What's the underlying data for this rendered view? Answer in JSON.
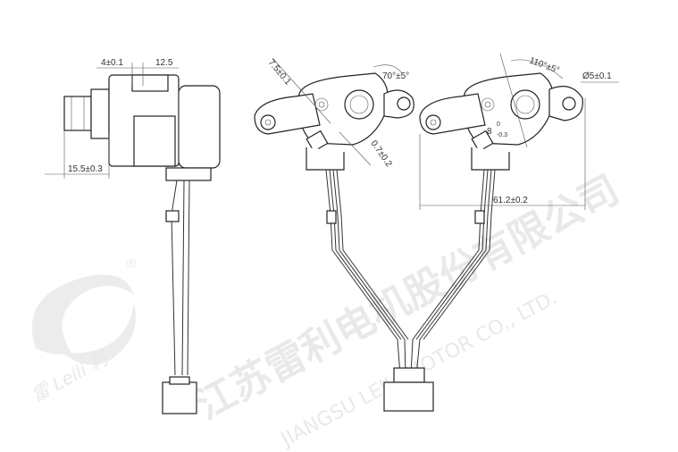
{
  "watermark": {
    "company_cn": "江苏雷利电机股份有限公司",
    "company_en": "JIANGSU LEILI MOTOR CO., LTD.",
    "logo_text": "雷 Leili 利",
    "registered_mark": "®"
  },
  "side_view": {
    "dim_width_tol": "4±0.1",
    "dim_depth": "12.5",
    "dim_shaft": "15.5±0.3"
  },
  "front_view_left": {
    "dim_arm": "7.5±0.1",
    "dim_angle": "70°±5°",
    "dim_gap": "0.7±0.2"
  },
  "front_view_right": {
    "dim_angle": "110°±5°",
    "dim_hole": "Ø5±0.1",
    "dim_radius": "8",
    "dim_radius_tol_upper": "0",
    "dim_radius_tol_lower": "-0.3",
    "dim_overall": "61.2±0.2"
  }
}
